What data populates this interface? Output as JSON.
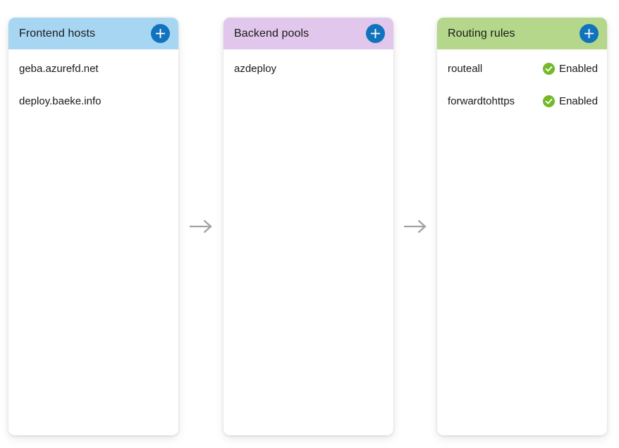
{
  "panels": [
    {
      "title": "Frontend hosts",
      "header_color": "#a7d6f3",
      "add_label": "Add frontend host",
      "items": [
        {
          "label": "geba.azurefd.net"
        },
        {
          "label": "deploy.baeke.info"
        }
      ]
    },
    {
      "title": "Backend pools",
      "header_color": "#e0c7eb",
      "add_label": "Add backend pool",
      "items": [
        {
          "label": "azdeploy"
        }
      ]
    },
    {
      "title": "Routing rules",
      "header_color": "#b4d78b",
      "add_label": "Add routing rule",
      "items": [
        {
          "label": "routeall",
          "status": "Enabled"
        },
        {
          "label": "forwardtohttps",
          "status": "Enabled"
        }
      ]
    }
  ],
  "colors": {
    "add_button": "#1273bd",
    "status_enabled": "#74b928",
    "arrow": "#a2a2a2",
    "text": "#1a1a1a"
  },
  "gaps": [
    64,
    62
  ]
}
